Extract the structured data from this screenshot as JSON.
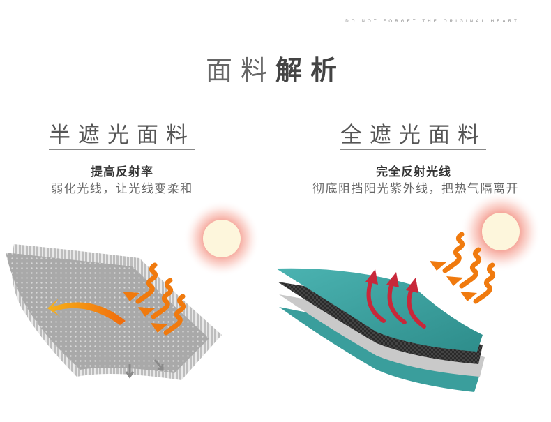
{
  "header": {
    "tagline": "DO NOT FORGET THE ORIGINAL HEART",
    "title_light": "面料",
    "title_bold": "解析"
  },
  "left": {
    "title": "半遮光面料",
    "subtitle": "提高反射率",
    "description": "弱化光线，让光线变柔和",
    "illustration": "semi-blackout-fabric-illustration"
  },
  "right": {
    "title": "全遮光面料",
    "subtitle": "完全反射光线",
    "description": "彻底阻挡阳光紫外线，把热气隔离开",
    "illustration": "full-blackout-fabric-illustration"
  },
  "colors": {
    "sun_glow": "#f07a6a",
    "sun_core": "#fdf6dc",
    "ray_orange": "#f07a0e",
    "teal": "#3a9e9c",
    "reflect_red": "#c8283a",
    "fabric_gray": "#a9a9a9"
  }
}
